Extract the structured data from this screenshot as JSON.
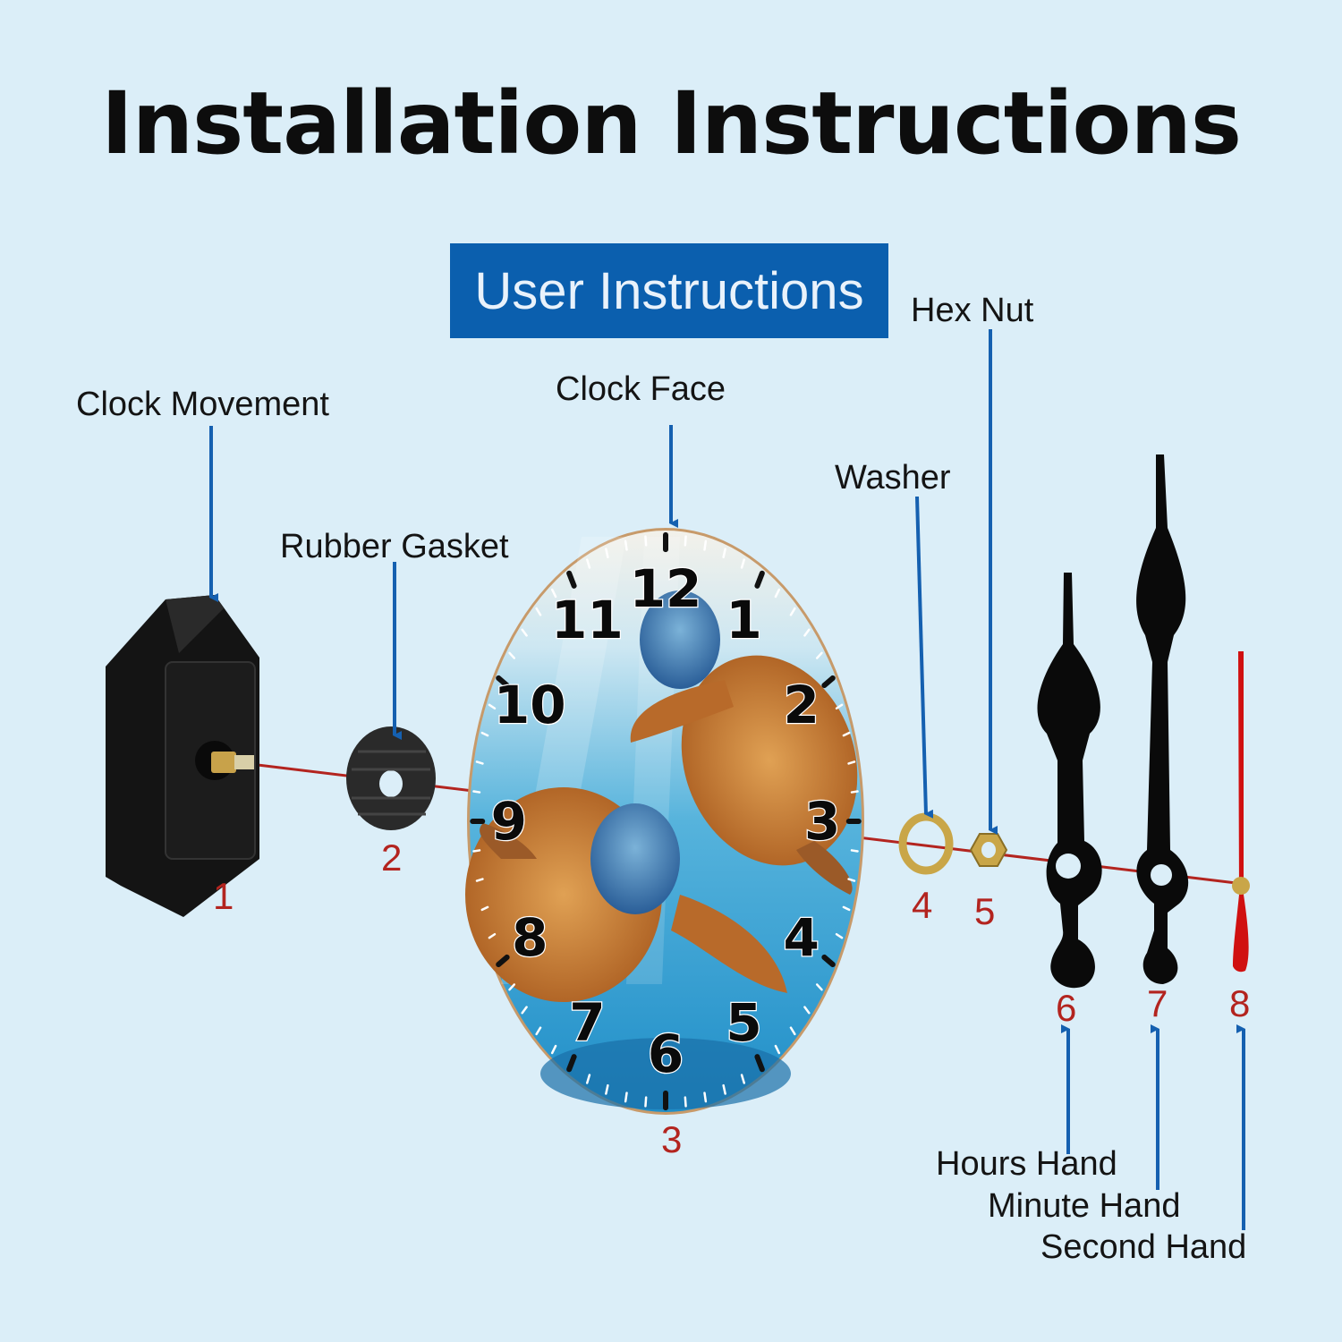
{
  "title": "Installation Instructions",
  "banner": "User Instructions",
  "labels": {
    "clock_movement": "Clock Movement",
    "rubber_gasket": "Rubber Gasket",
    "clock_face": "Clock Face",
    "washer": "Washer",
    "hex_nut": "Hex Nut",
    "hours_hand": "Hours Hand",
    "minute_hand": "Minute Hand",
    "second_hand": "Second Hand"
  },
  "part_numbers": [
    "1",
    "2",
    "3",
    "4",
    "5",
    "6",
    "7",
    "8"
  ],
  "clock_numerals": [
    "12",
    "1",
    "2",
    "3",
    "4",
    "5",
    "6",
    "7",
    "8",
    "9",
    "10",
    "11"
  ],
  "colors": {
    "background": "#dbeef8",
    "banner": "#0b5fae",
    "arrow": "#1560b0",
    "axis_line": "#b3241f",
    "part_number": "#b3241f",
    "second_hand": "#d01010"
  }
}
